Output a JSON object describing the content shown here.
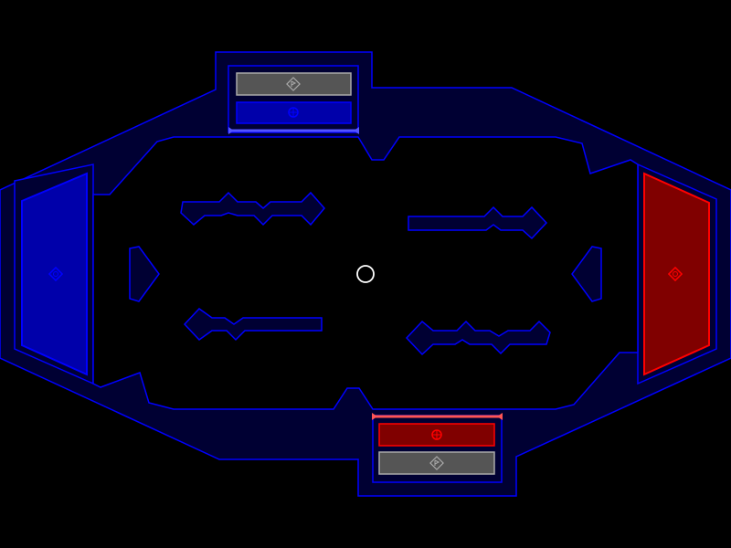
{
  "game": {
    "colors": {
      "background": "#000000",
      "outer_fill": "#000033",
      "outline": "#0000ff",
      "light_outline": "#3333ff",
      "blue_team": "#0000aa",
      "blue_outline": "#0000ff",
      "red_team": "#800000",
      "red_outline": "#ff0000",
      "gray_panel": "#555555",
      "gray_outline": "#aaaaaa",
      "blue_gate": "#5555ff",
      "red_gate": "#ff5555",
      "ball": "#ffffff"
    },
    "icons": {
      "pause_panel": "pause-icon",
      "ball_panel": "ball-icon",
      "goal_marker": "goal-target-icon"
    },
    "blue_goal": {
      "team": "blue"
    },
    "red_goal": {
      "team": "red"
    },
    "ball": {
      "position_on_field": "center"
    }
  }
}
